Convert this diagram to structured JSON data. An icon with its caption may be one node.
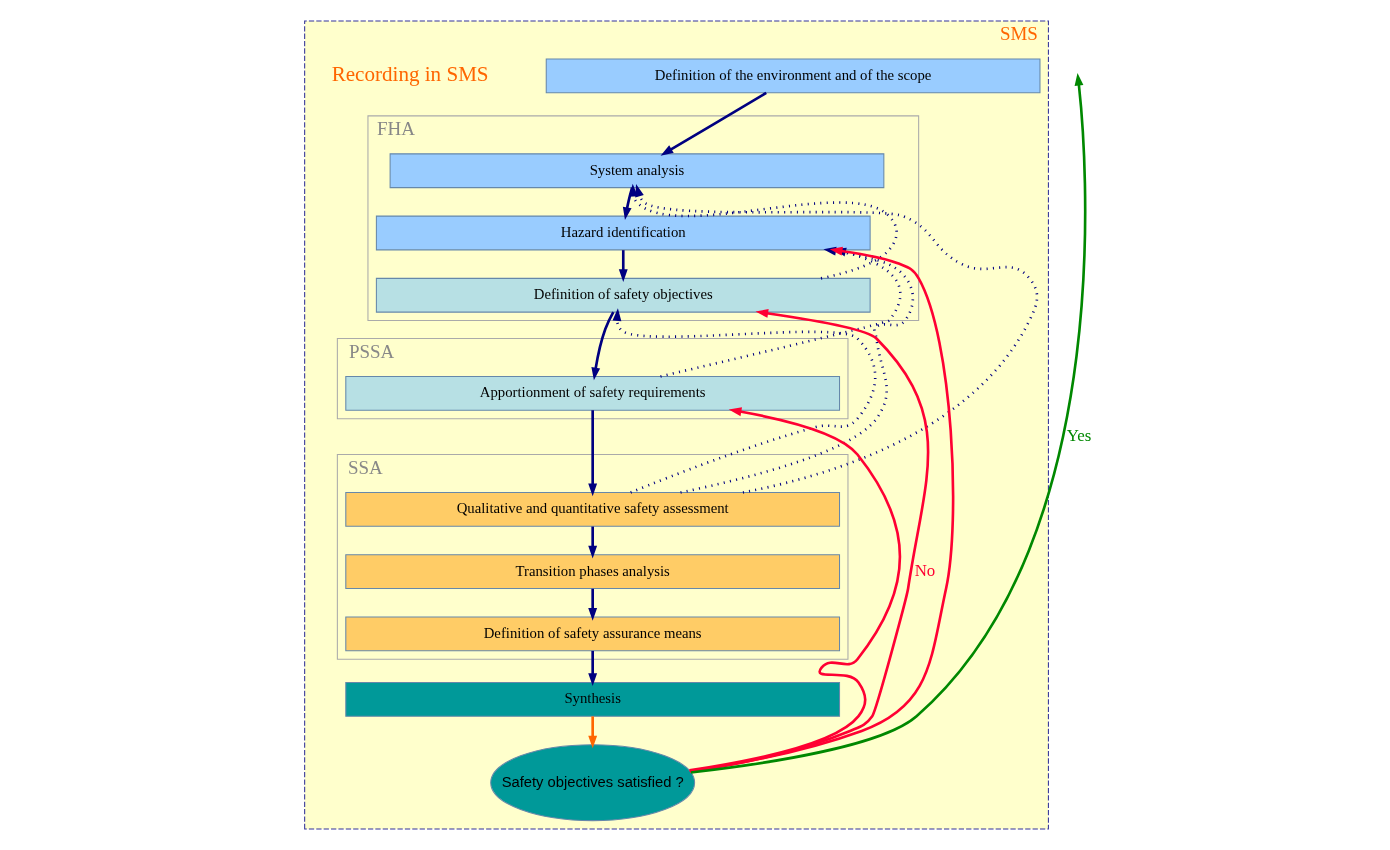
{
  "diagram": {
    "nodes": [
      {
        "text": [
          "SMS"
        ]
      },
      {
        "text": [
          "Definition of the environment and of the scope"
        ],
        "in": 0
      },
      {
        "text": [
          "FHA"
        ],
        "in": 0
      },
      {
        "text": [
          "System analysis"
        ],
        "in": 2
      },
      {
        "text": [
          "Hazard identification"
        ],
        "in": 2
      },
      {
        "text": [
          "Definition of safety objectives"
        ],
        "in": 2
      },
      {
        "text": [
          "PSSA"
        ],
        "in": 0
      },
      {
        "text": [
          "Apportionment of safety requirements"
        ],
        "in": 6
      },
      {
        "text": [
          "SSA"
        ],
        "in": 0
      },
      {
        "text": [
          "Qualitative and quantitative safety assessment"
        ],
        "in": 8
      },
      {
        "text": [
          "Transition phases analysis"
        ],
        "in": 8
      },
      {
        "text": [
          "Definition of safety assurance means"
        ],
        "in": 8
      },
      {
        "text": [
          "Synthesis"
        ],
        "in": 0
      },
      {
        "text": [
          "Safety objectives satisfied ?"
        ],
        "in": 0
      }
    ],
    "edges": [
      {
        "from": 1,
        "to": 3,
        "arrow": "to"
      },
      {
        "from": 3,
        "to": 4,
        "arrow": "to"
      },
      {
        "from": 4,
        "to": 5,
        "arrow": "to"
      },
      {
        "from": 5,
        "to": 7,
        "arrow": "to"
      },
      {
        "from": 7,
        "to": 9,
        "arrow": "to"
      },
      {
        "from": 9,
        "to": 10,
        "arrow": "to"
      },
      {
        "from": 10,
        "to": 11,
        "arrow": "to"
      },
      {
        "from": 11,
        "to": 12,
        "arrow": "to"
      },
      {
        "from": 12,
        "to": 13,
        "arrow": "to",
        "color": "#ff6600"
      },
      {
        "from": 13,
        "to": 4,
        "arrow": "to",
        "color": "#ff0033"
      },
      {
        "from": 13,
        "to": 5,
        "arrow": "to",
        "color": "#ff0033",
        "label": "No"
      },
      {
        "from": 13,
        "to": 7,
        "arrow": "to",
        "color": "#ff0033"
      },
      {
        "from": 13,
        "to": null,
        "arrow": "to",
        "color": "#008800",
        "label": "Yes"
      },
      {
        "from": 5,
        "to": 3,
        "arrow": "to",
        "style": "dashed"
      },
      {
        "from": 7,
        "to": 4,
        "arrow": "to",
        "style": "dashed"
      },
      {
        "from": 9,
        "to": 3,
        "arrow": "to",
        "style": "dashed"
      },
      {
        "from": 9,
        "to": 4,
        "arrow": "to",
        "style": "dashed"
      },
      {
        "from": 9,
        "to": 5,
        "arrow": "to",
        "style": "dashed"
      }
    ],
    "labels": [
      "Recording in SMS"
    ]
  }
}
